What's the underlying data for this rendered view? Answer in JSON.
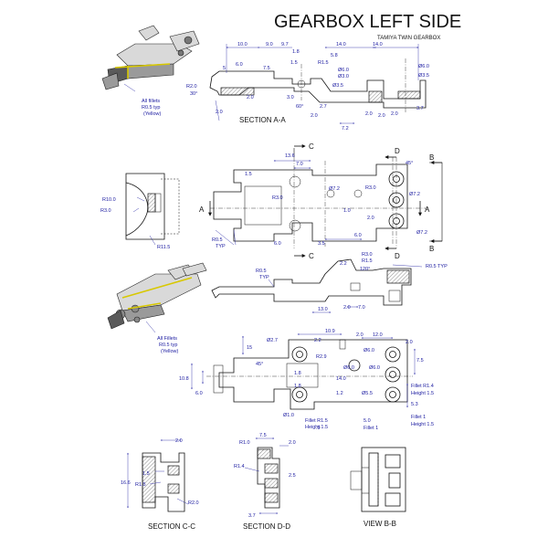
{
  "title": "GEARBOX LEFT SIDE",
  "subtitle": "TAMIYA TWIN GEARBOX",
  "iso_notes": {
    "top": [
      "All fillets",
      "R0.5 typ",
      "(Yellow)"
    ],
    "bottom": [
      "All Fillets",
      "R0.5 typ",
      "(Yellow)"
    ]
  },
  "section_labels": {
    "a": "SECTION A-A",
    "c": "SECTION C-C",
    "d": "SECTION D-D",
    "b": "VIEW B-B"
  },
  "cut_letters": {
    "a": "A",
    "b": "B",
    "c": "C",
    "d": "D"
  },
  "section_aa_dims": {
    "d10": "10.0",
    "d9a": "9.0",
    "d97": "9.7",
    "d14a": "14.0",
    "d14b": "14.0",
    "d60": "6.0",
    "d5": "5",
    "d75": "7.5",
    "d18": "1.8",
    "d58": "5.8",
    "d15": "1.5",
    "r15": "R1.5",
    "dia60": "Ø6.0",
    "dia30": "Ø3.0",
    "dia35": "Ø3.5",
    "dia60r": "Ø6.0",
    "dia35r": "Ø3.5",
    "r20": "R2.0",
    "a30": "30°",
    "d20a": "2.0",
    "d20b": "2.0",
    "d30": "3.0",
    "a60": "60°",
    "d20c": "2.0",
    "d27": "2.7",
    "d72": "7.2",
    "d20d": "2.0",
    "d20e": "2.0",
    "d20f": "2.0",
    "d37": "3.7"
  },
  "plan_dims": {
    "d136": "13.6",
    "d70": "7.0",
    "d15": "1.5",
    "r30a": "R3.0",
    "r30b": "R3.0",
    "dia72a": "Ø7.2",
    "dia72b": "Ø7.2",
    "dia72c": "Ø7.2",
    "a45": "45°",
    "d10": "1.0",
    "d20": "2.0",
    "d35": "3.5",
    "d60": "6.0",
    "d60b": "6.0",
    "r05": "R0.5",
    "typ": "TYP",
    "r100": "R10.0",
    "r30": "R3.0",
    "r115": "R11.5"
  },
  "side_dims": {
    "r05": "R0.5",
    "typ": "TYP",
    "r30": "R3.0",
    "r15": "R1.5",
    "a120": "120°",
    "r05typ": "R0.5 TYP",
    "d22": "2.2",
    "d130": "13.0",
    "d20": "2.0",
    "d70": "7.0"
  },
  "bottom_dims": {
    "d15": "15",
    "dia27": "Ø2.7",
    "d22": "2.2",
    "d109": "10.9",
    "d20a": "2.0",
    "d120": "12.0",
    "d20b": "2.0",
    "r29": "R2.9",
    "dia60a": "Ø6.0",
    "dia60b": "Ø6.0",
    "dia60c": "Ø6.0",
    "d75": "7.5",
    "a45": "45°",
    "d18a": "1.8",
    "d140": "14.0",
    "d18b": "1.8",
    "d108": "10.8",
    "d60": "6.0",
    "d12": "1.2",
    "fr14": "Fillet R1.4",
    "h15a": "Height 1.5",
    "dia55": "Ø5.5",
    "d53": "5.3",
    "dia10": "Ø1.0",
    "fr15": "Fillet R1.5",
    "h15b": "Height 1.5",
    "d9": ".9",
    "d50": "5.0",
    "f1a": "Fillet 1",
    "f1b": "Fillet 1",
    "h15c": "Height 1.5"
  },
  "cc_dims": {
    "d20": "2.0",
    "d166": "16.6",
    "d15": "1.5",
    "r15": "R1.5",
    "r20": "R2.0"
  },
  "dd_dims": {
    "r10": "R1.0",
    "d75": "7.5",
    "d20": "2.0",
    "r14": "R1.4",
    "d37": "3.7",
    "d25": "2.5"
  }
}
